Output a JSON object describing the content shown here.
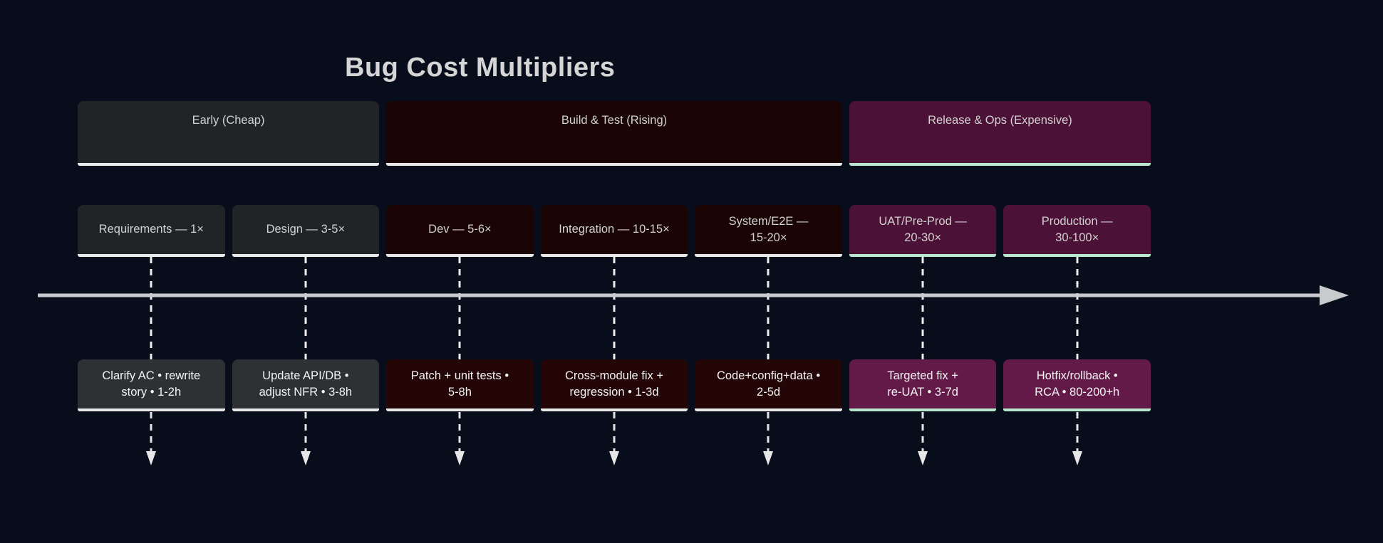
{
  "title": "Bug Cost Multipliers",
  "colors": {
    "background": "#070d1b",
    "early_gray": "#212426",
    "build_maroon": "#1a0404",
    "release_purple": "#4c1136",
    "action_purple": "#631a48",
    "white_underline": "#e9e9e9",
    "mint_underline": "#b7e7cd",
    "timeline_arrow": "#c8cace",
    "dashed_line": "#eeeeee",
    "title_text": "#d5d5d5"
  },
  "phases": [
    {
      "label": "Early (Cheap)"
    },
    {
      "label": "Build & Test (Rising)"
    },
    {
      "label": "Release & Ops (Expensive)"
    }
  ],
  "stages": [
    {
      "label": "Requirements — 1×"
    },
    {
      "label": "Design — 3-5×"
    },
    {
      "label": "Dev — 5-6×"
    },
    {
      "label": "Integration — 10-15×"
    },
    {
      "label": "System/E2E —\n15-20×"
    },
    {
      "label": "UAT/Pre-Prod —\n20-30×"
    },
    {
      "label": "Production —\n30-100×"
    }
  ],
  "actions": [
    {
      "label": "Clarify AC • rewrite\nstory • 1-2h"
    },
    {
      "label": "Update API/DB •\nadjust NFR • 3-8h"
    },
    {
      "label": "Patch + unit tests •\n5-8h"
    },
    {
      "label": "Cross-module fix +\nregression • 1-3d"
    },
    {
      "label": "Code+config+data •\n2-5d"
    },
    {
      "label": "Targeted fix +\nre-UAT • 3-7d"
    },
    {
      "label": "Hotfix/rollback •\nRCA • 80-200+h"
    }
  ]
}
